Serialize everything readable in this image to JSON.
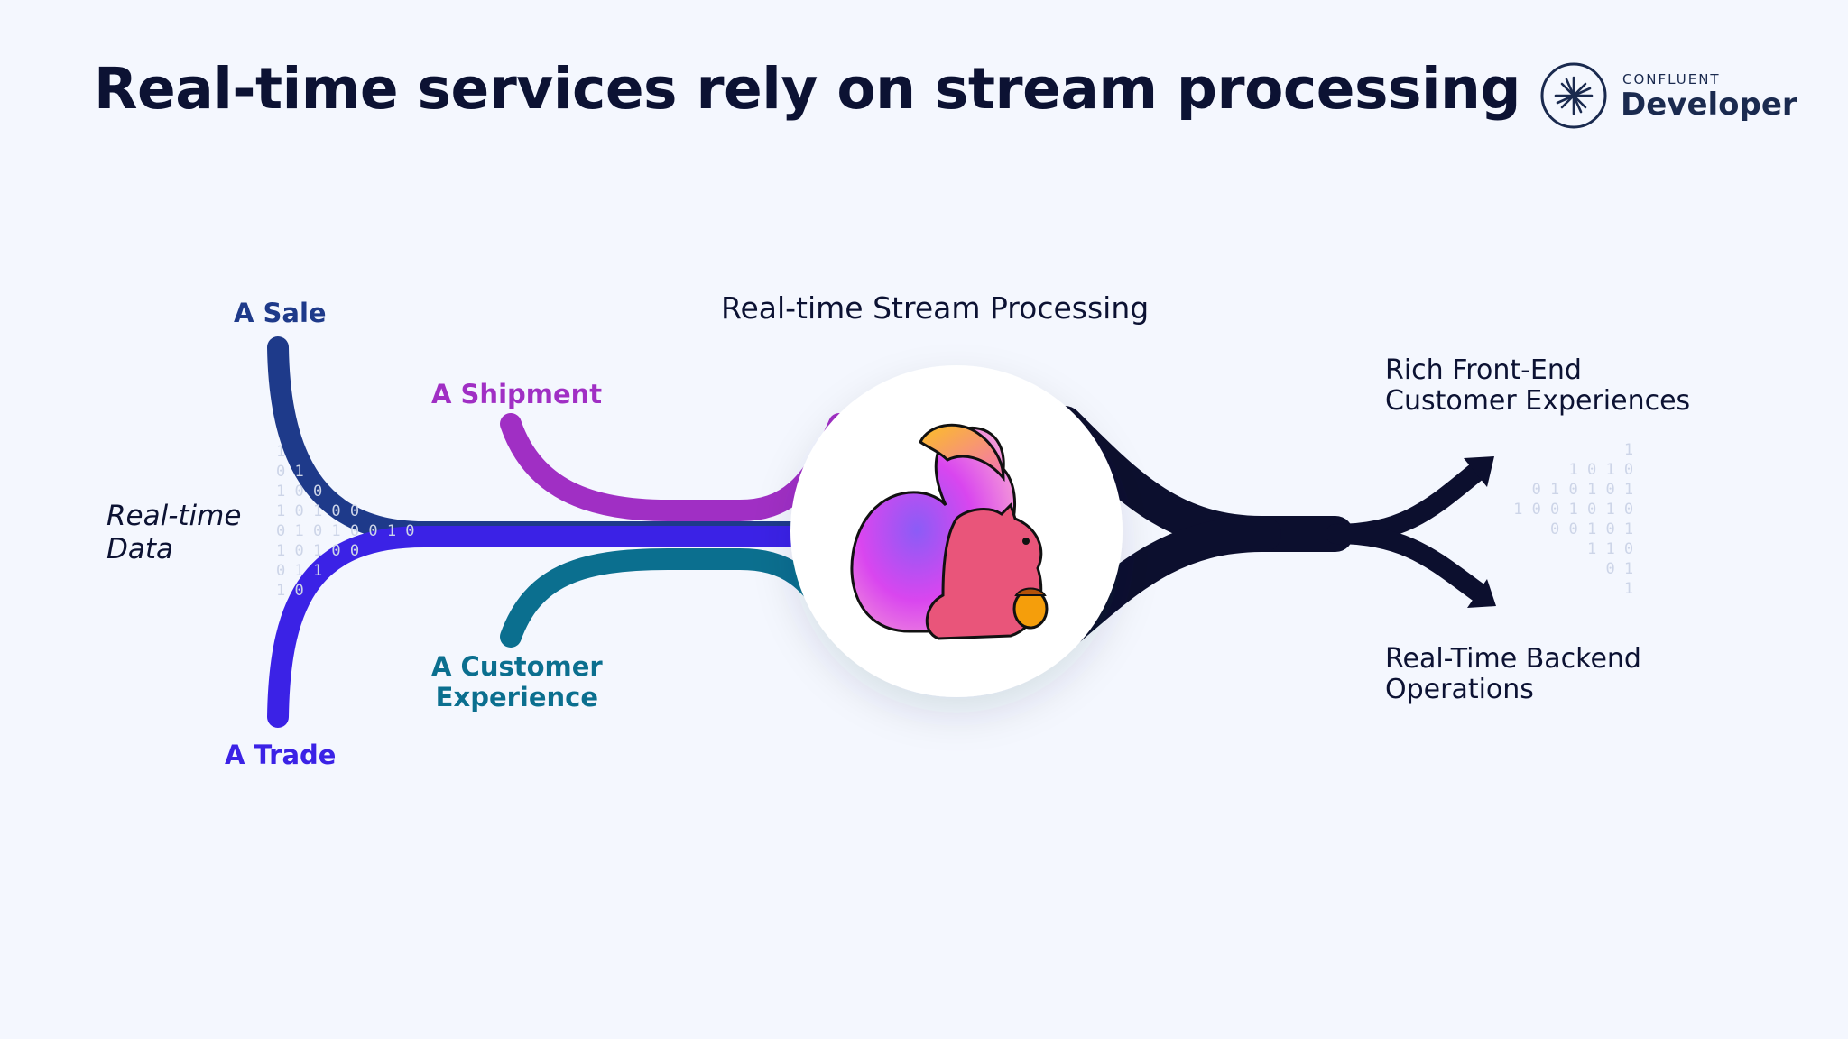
{
  "title": "Real-time services rely on stream processing",
  "logo": {
    "small": "CONFLUENT",
    "big": "Developer"
  },
  "inputs": {
    "sale": "A Sale",
    "shipment": "A Shipment",
    "customer": "A Customer\nExperience",
    "trade": "A Trade",
    "source": "Real-time\nData"
  },
  "center_label": "Real-time Stream Processing",
  "outputs": {
    "front_end": "Rich Front-End\nCustomer Experiences",
    "backend": "Real-Time Backend\nOperations"
  },
  "colors": {
    "sale": "#1e3a8a",
    "shipment": "#a02fc4",
    "customer": "#0b6f8f",
    "trade": "#3b22e6",
    "output": "#0c0f2e"
  },
  "icons": {
    "center": "squirrel-mascot-icon",
    "logo": "starburst-logo-icon"
  }
}
